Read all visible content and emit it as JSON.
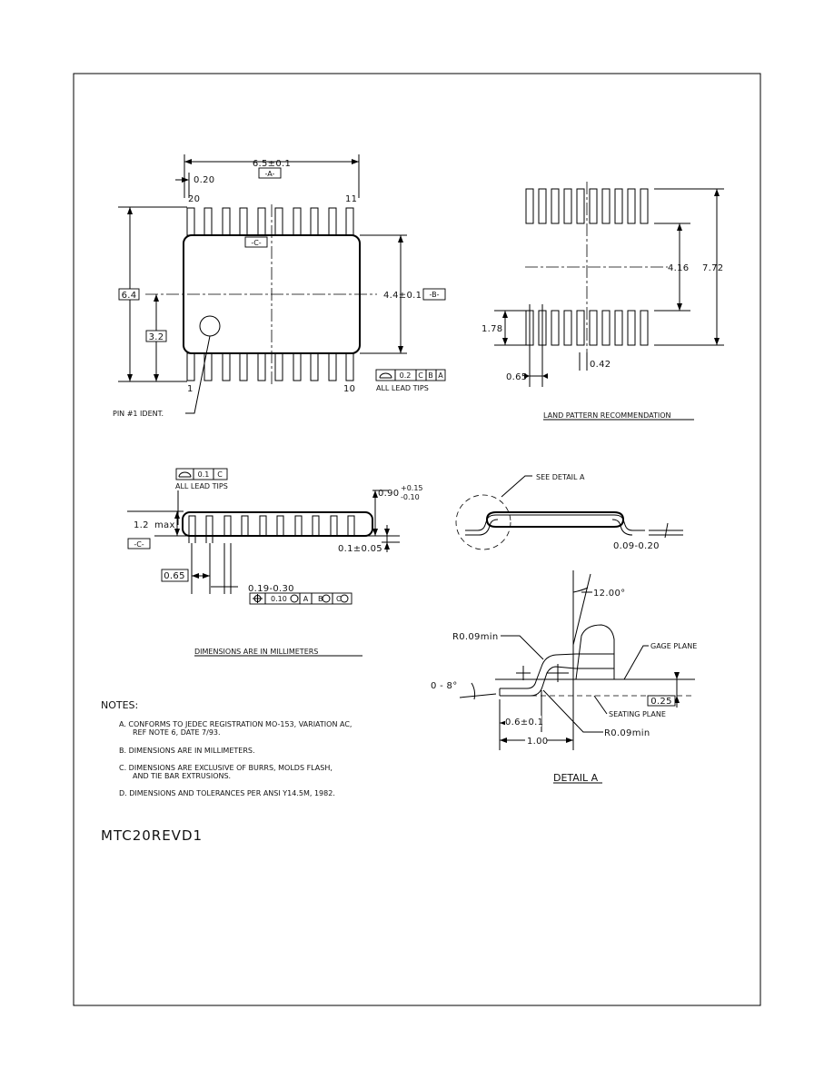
{
  "package_top": {
    "width_dim": "6.5±0.1",
    "datum_a": "-A-",
    "pin1_offset": "0.20",
    "pin_20": "20",
    "pin_11": "11",
    "pin_1": "1",
    "pin_10": "10",
    "datum_c": "-C-",
    "height_6_4": "6.4",
    "height_3_2": "3.2",
    "body_width": "4.4±0.1",
    "datum_b": "-B-",
    "fcf_cells": [
      "0.2",
      "C",
      "B",
      "A"
    ],
    "lead_tips": "ALL LEAD TIPS",
    "pin1_label": "PIN #1 IDENT."
  },
  "land_pattern": {
    "dim_4_16": "4.16",
    "dim_7_72": "7.72",
    "dim_1_78": "1.78",
    "dim_0_65": "0.65",
    "dim_0_42": "0.42",
    "title": "LAND PATTERN RECOMMENDATION"
  },
  "side_view": {
    "fcf_cells": [
      "0.1",
      "C"
    ],
    "lead_tips": "ALL LEAD TIPS",
    "max_height": "1.2",
    "max_word": "max",
    "standoff_base": "0.90",
    "standoff_plus": "+0.15",
    "standoff_minus": "-0.10",
    "datum_c": "-C-",
    "clearance": "0.1±0.05",
    "pitch": "0.65",
    "lead_width": "0.19-0.30",
    "pos_fcf_cells": [
      "0.10",
      "A",
      "B",
      "C"
    ]
  },
  "profile": {
    "see_detail": "SEE DETAIL A",
    "lead_thickness": "0.09-0.20"
  },
  "detail_a": {
    "angle": "12.00°",
    "radius_top": "R0.09min",
    "gage_plane": "GAGE PLANE",
    "foot_angle": "0 - 8°",
    "gage_height": "0.25",
    "seating_plane": "SEATING PLANE",
    "foot_length": "0.6±0.1",
    "radius_bottom": "R0.09min",
    "footprint": "1.00",
    "title": "DETAIL A"
  },
  "dimensions_note": "DIMENSIONS ARE IN MILLIMETERS",
  "notes": {
    "title": "NOTES:",
    "items": [
      "A. CONFORMS TO JEDEC REGISTRATION MO-153, VARIATION AC,",
      "REF NOTE 6, DATE 7/93.",
      "B. DIMENSIONS ARE IN MILLIMETERS.",
      "C. DIMENSIONS ARE EXCLUSIVE OF BURRS, MOLDS FLASH,",
      "AND TIE BAR EXTRUSIONS.",
      "D. DIMENSIONS AND TOLERANCES PER ANSI Y14.5M, 1982."
    ]
  },
  "drawing_number": "MTC20REVD1"
}
